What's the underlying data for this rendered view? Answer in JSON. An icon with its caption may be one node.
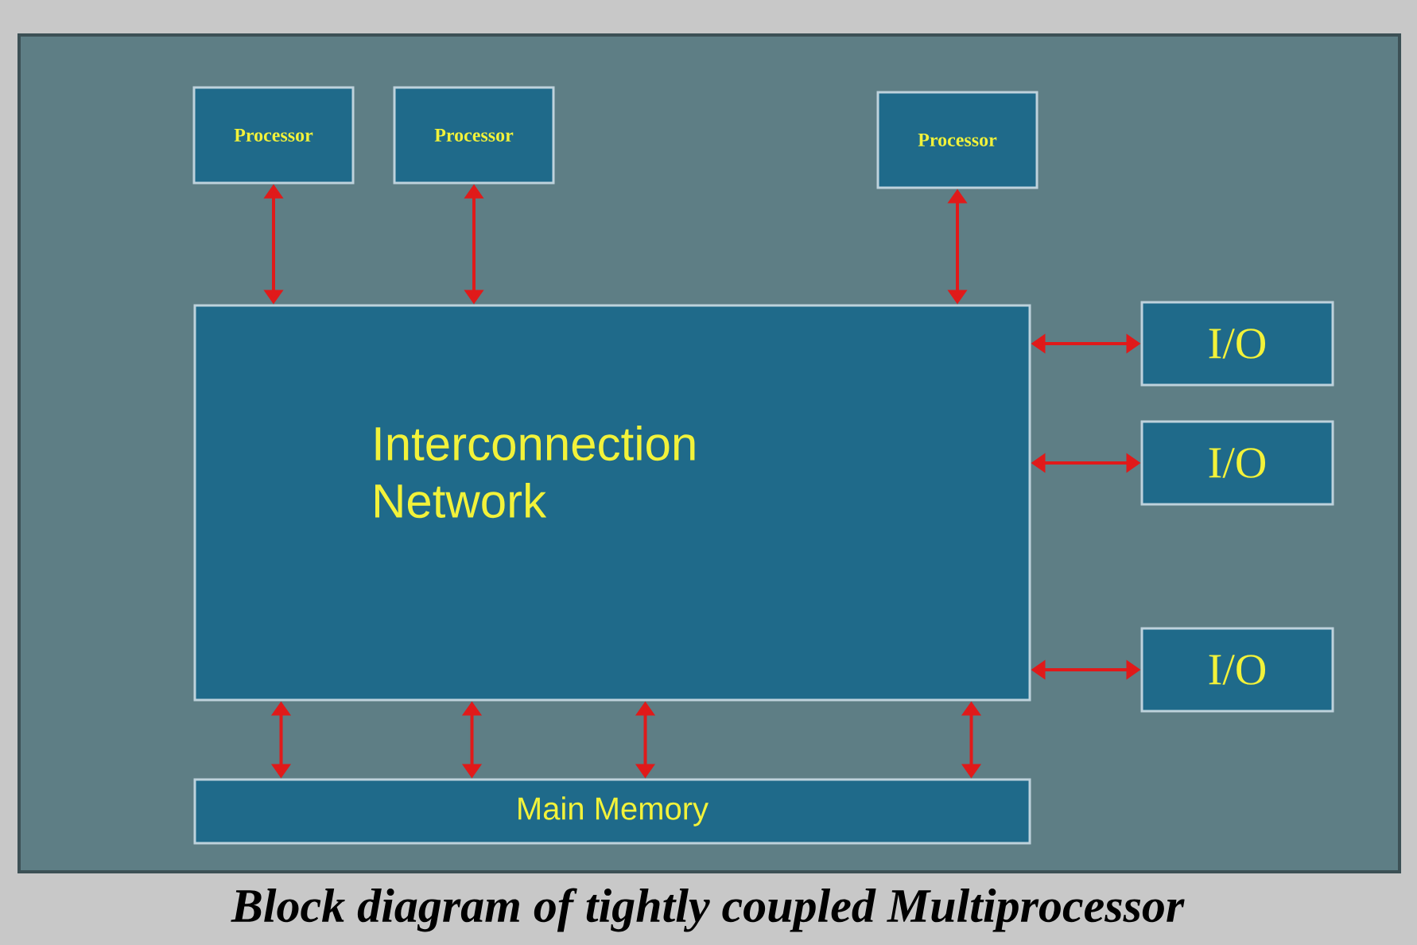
{
  "diagram": {
    "caption": "Block diagram of tightly coupled Multiprocessor",
    "nodes": [
      {
        "text": [
          "Processor"
        ]
      },
      {
        "text": [
          "Processor"
        ]
      },
      {
        "text": [
          "Processor"
        ]
      },
      {
        "text": [
          "Interconnection Network"
        ]
      },
      {
        "text": [
          "I/O"
        ]
      },
      {
        "text": [
          "I/O"
        ]
      },
      {
        "text": [
          "I/O"
        ]
      },
      {
        "text": [
          "Main Memory"
        ]
      }
    ],
    "edges": [
      {
        "from": 0,
        "to": 3,
        "arrow": "both"
      },
      {
        "from": 1,
        "to": 3,
        "arrow": "both"
      },
      {
        "from": 2,
        "to": 3,
        "arrow": "both"
      },
      {
        "from": 3,
        "to": 4,
        "arrow": "both"
      },
      {
        "from": 3,
        "to": 5,
        "arrow": "both"
      },
      {
        "from": 3,
        "to": 6,
        "arrow": "both"
      },
      {
        "from": 3,
        "to": 7,
        "arrow": "both"
      },
      {
        "from": 3,
        "to": 7,
        "arrow": "both"
      },
      {
        "from": 3,
        "to": 7,
        "arrow": "both"
      },
      {
        "from": 3,
        "to": 7,
        "arrow": "both"
      }
    ]
  }
}
